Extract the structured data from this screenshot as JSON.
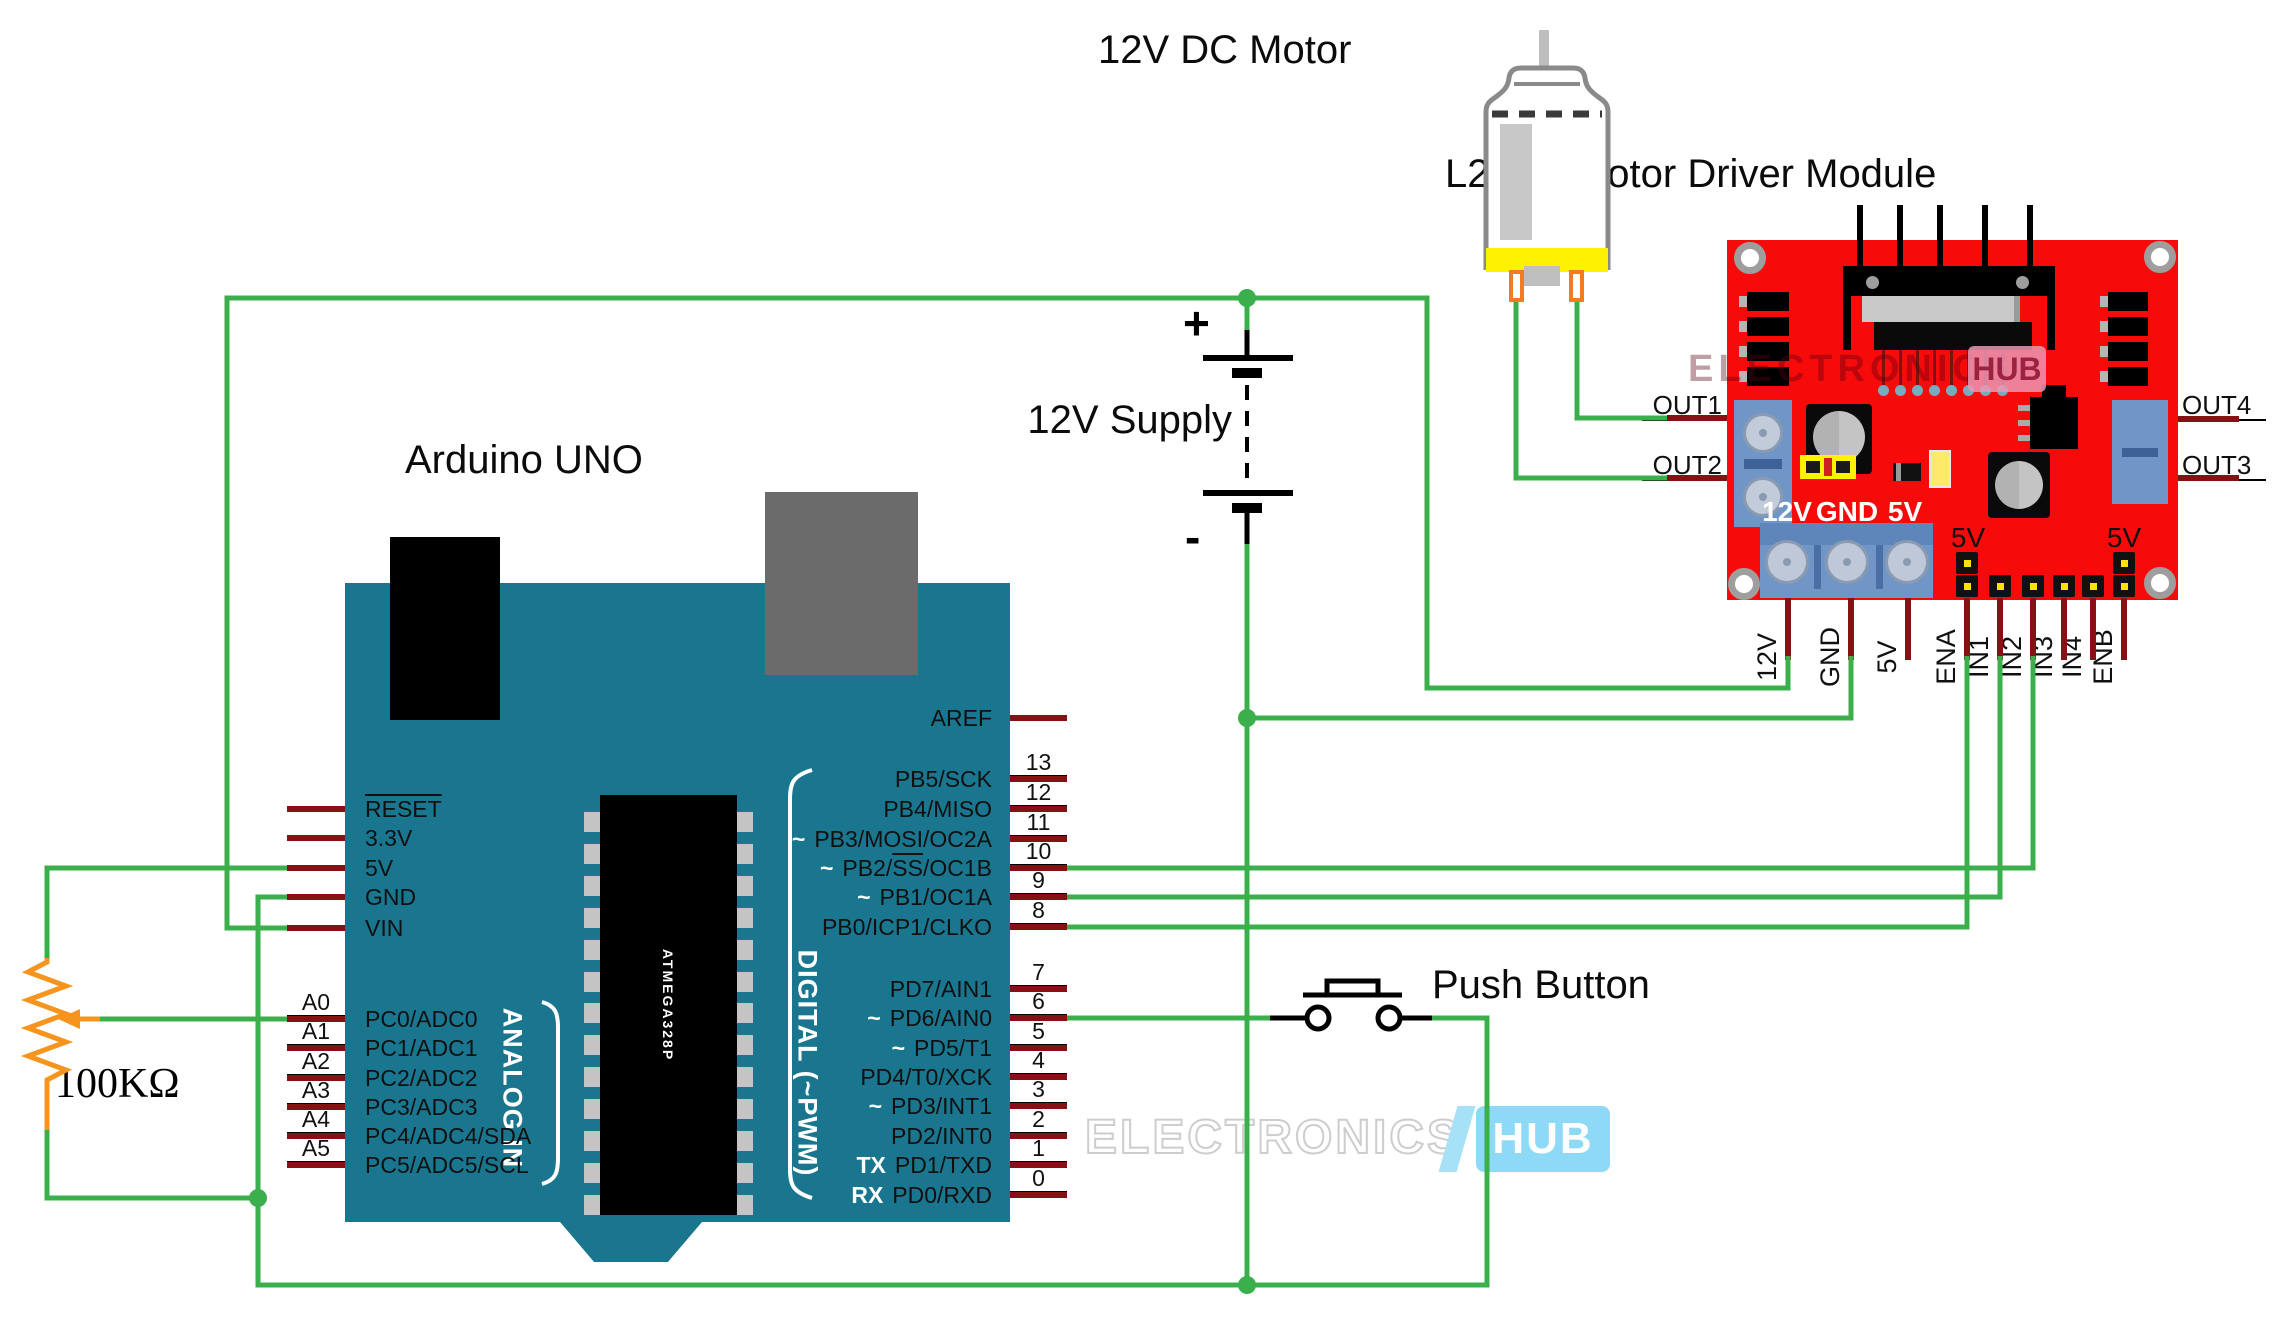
{
  "arduino": {
    "title": "Arduino UNO",
    "power_pins": [
      {
        "label": "RESET",
        "overline": true
      },
      {
        "label": "3.3V"
      },
      {
        "label": "5V"
      },
      {
        "label": "GND"
      },
      {
        "label": "VIN"
      }
    ],
    "analog_pins": [
      {
        "tag": "A0",
        "label": "PC0/ADC0"
      },
      {
        "tag": "A1",
        "label": "PC1/ADC1"
      },
      {
        "tag": "A2",
        "label": "PC2/ADC2"
      },
      {
        "tag": "A3",
        "label": "PC3/ADC3"
      },
      {
        "tag": "A4",
        "label": "PC4/ADC4/SDA"
      },
      {
        "tag": "A5",
        "label": "PC5/ADC5/SCL"
      }
    ],
    "right_pins": [
      {
        "label": "AREF"
      },
      {
        "num": "13",
        "label": "PB5/SCK"
      },
      {
        "num": "12",
        "label": "PB4/MISO"
      },
      {
        "num": "11",
        "tilde": "~",
        "label": "PB3/MOSI/OC2A"
      },
      {
        "num": "10",
        "tilde": "~",
        "label_pre": "PB2/",
        "label_over": "SS",
        "label_post": "/OC1B"
      },
      {
        "num": "9",
        "tilde": "~",
        "label": "PB1/OC1A"
      },
      {
        "num": "8",
        "label": "PB0/ICP1/CLKO"
      },
      {
        "num": "7",
        "label": "PD7/AIN1"
      },
      {
        "num": "6",
        "tilde": "~",
        "label": "PD6/AIN0"
      },
      {
        "num": "5",
        "tilde": "~",
        "label": "PD5/T1"
      },
      {
        "num": "4",
        "label": "PD4/T0/XCK"
      },
      {
        "num": "3",
        "tilde": "~",
        "label": "PD3/INT1"
      },
      {
        "num": "2",
        "label": "PD2/INT0"
      },
      {
        "num": "1",
        "pre": "TX",
        "label": "PD1/TXD"
      },
      {
        "num": "0",
        "pre": "RX",
        "label": "PD0/RXD"
      }
    ],
    "analog_section": "ANALOG IN",
    "digital_section": "DIGITAL (~PWM)",
    "chip_label": "ATMEGA328P"
  },
  "module": {
    "title": "L298N Motor Driver Module",
    "out_pins": [
      "OUT1",
      "OUT2",
      "OUT3",
      "OUT4"
    ],
    "power_terminal_labels": [
      "12V",
      "GND",
      "5V"
    ],
    "jumper_labels": [
      "5V",
      "5V"
    ],
    "bottom_pins": [
      "12V",
      "GND",
      "5V",
      "ENA",
      "IN1",
      "IN2",
      "IN3",
      "IN4",
      "ENB"
    ]
  },
  "motor": {
    "label": "12V DC Motor"
  },
  "supply": {
    "label": "12V Supply",
    "plus": "+",
    "minus": "-"
  },
  "button": {
    "label": "Push Button"
  },
  "potentiometer": {
    "label": "100KΩ"
  },
  "watermark": {
    "part1": "ELECTRONICS",
    "part2": "HUB"
  },
  "colors": {
    "wire_green": "#3aaf4c",
    "pin_dark_red": "#861114",
    "arduino_teal": "#1a768f",
    "module_red": "#f70a0a",
    "pot_orange": "#f7941d",
    "motor_yellow": "#fff200",
    "terminal_blue": "#7096c8",
    "watermark_blue": "#8ed9f6"
  }
}
